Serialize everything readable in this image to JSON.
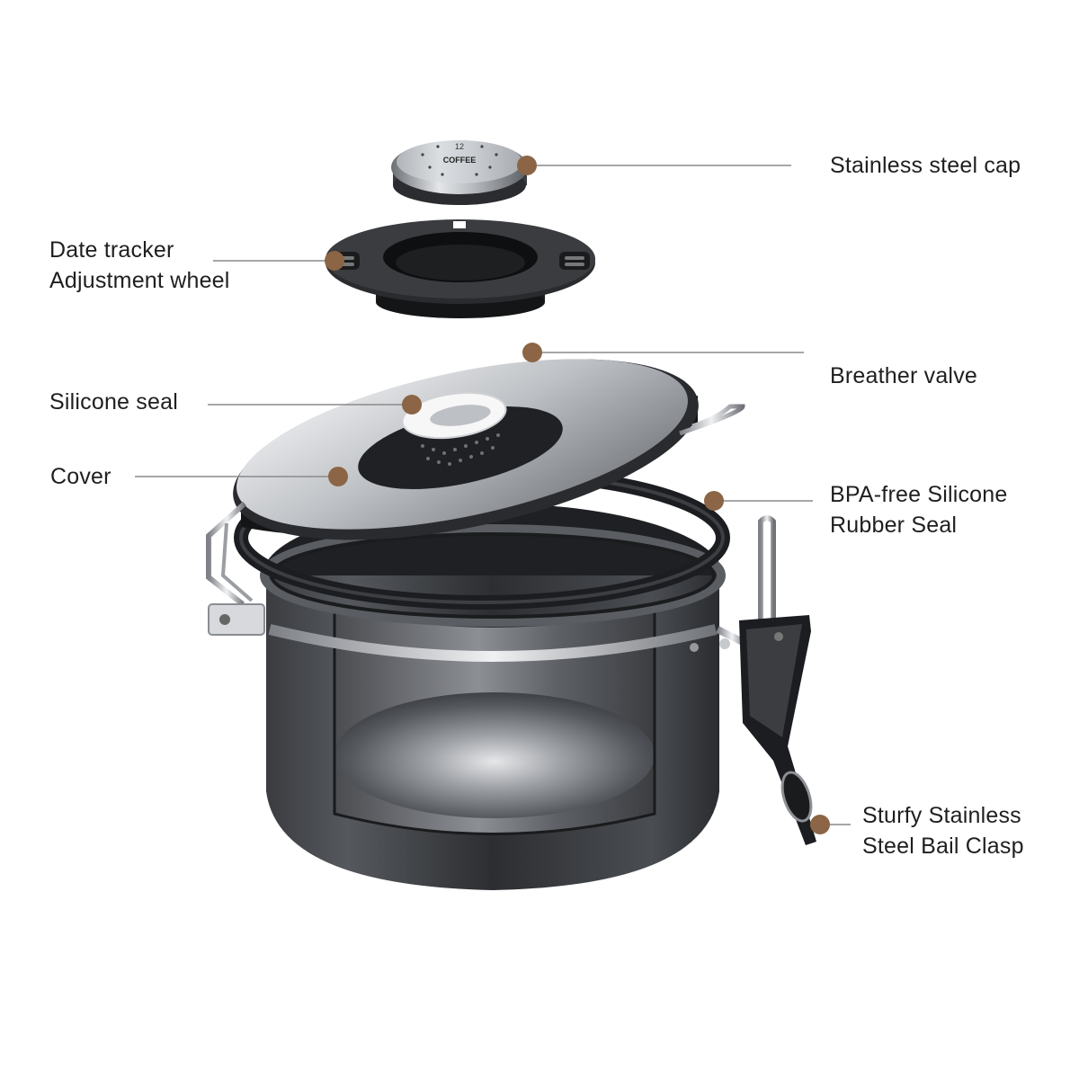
{
  "labels": {
    "stainless_steel_cap": "Stainless steel cap",
    "date_tracker_line1": "Date tracker",
    "date_tracker_line2": "Adjustment wheel",
    "breather_valve": "Breather valve",
    "silicone_seal": "Silicone seal",
    "cover": "Cover",
    "bpa_seal_line1": "BPA-free Silicone",
    "bpa_seal_line2": "Rubber Seal",
    "bail_clasp_line1": "Sturfy Stainless",
    "bail_clasp_line2": "Steel Bail Clasp"
  },
  "cap_dial": {
    "top_number": "12",
    "brand_text": "COFFEE"
  },
  "colors": {
    "marker": "#8b6545",
    "leader_line": "#8a8a8a",
    "label_text": "#1f1f1f",
    "steel_dark": "#2b2d30",
    "steel_light": "#c9ccd0"
  }
}
